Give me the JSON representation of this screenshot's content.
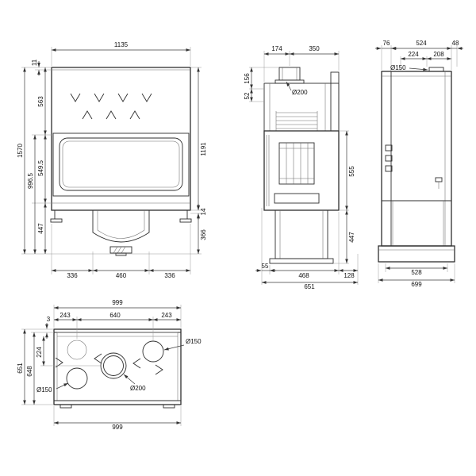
{
  "drawing": {
    "front": {
      "total_width": "1135",
      "top_lip": "11",
      "upper_height": "563",
      "total_height": "1570",
      "mid_height": "996.5",
      "glass_height": "549.5",
      "base_height": "447",
      "body_height": "1191",
      "gap": "14",
      "plinth_height": "366",
      "bottom_left": "336",
      "bottom_center": "460",
      "bottom_right": "336"
    },
    "side": {
      "flue_offset": "174",
      "rear_depth": "350",
      "flue_height": "156",
      "collar_height": "52",
      "flue_diameter": "Ø200",
      "firebox_height": "555",
      "base_height": "447",
      "front_offset": "55",
      "mid_depth": "468",
      "rear_offset": "128",
      "total_depth": "651"
    },
    "rear": {
      "front_offset": "76",
      "body_depth": "524",
      "rear_offset": "48",
      "outlet_pos_a": "224",
      "outlet_pos_b": "208",
      "outlet_diameter": "Ø150",
      "base_depth": "528",
      "total_depth": "699"
    },
    "top": {
      "width_top": "999",
      "lip": "3",
      "spacing_left": "243",
      "spacing_center": "640",
      "spacing_right": "243",
      "outlet_right_diameter": "Ø150",
      "flue_front_offset": "224",
      "inner_depth": "648",
      "total_depth": "651",
      "outlet_left_diameter": "Ø150",
      "flue_center_diameter": "Ø200",
      "width_bottom": "999"
    }
  }
}
